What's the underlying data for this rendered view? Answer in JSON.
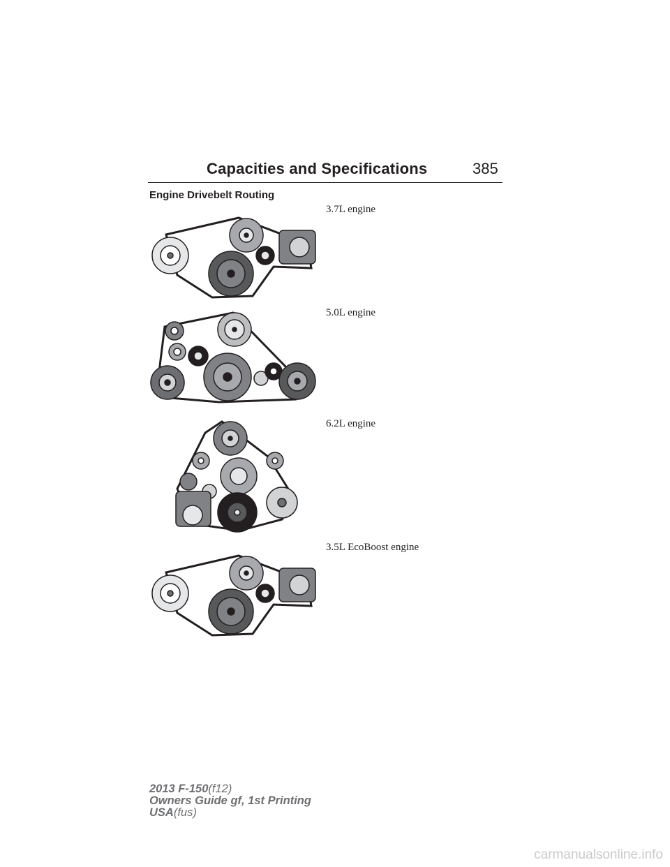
{
  "header": {
    "title": "Capacities and Specifications",
    "page_number": "385"
  },
  "section": {
    "heading": "Engine Drivebelt Routing"
  },
  "diagrams": [
    {
      "label": "3.7L engine"
    },
    {
      "label": "5.0L engine"
    },
    {
      "label": "6.2L engine"
    },
    {
      "label": "3.5L EcoBoost engine"
    }
  ],
  "footer": {
    "line1_bold": "2013 F-150",
    "line1_light": "(f12)",
    "line2": "Owners Guide gf, 1st Printing",
    "line3_bold": "USA",
    "line3_light": "(fus)"
  },
  "watermark": "carmanualsonline.info"
}
